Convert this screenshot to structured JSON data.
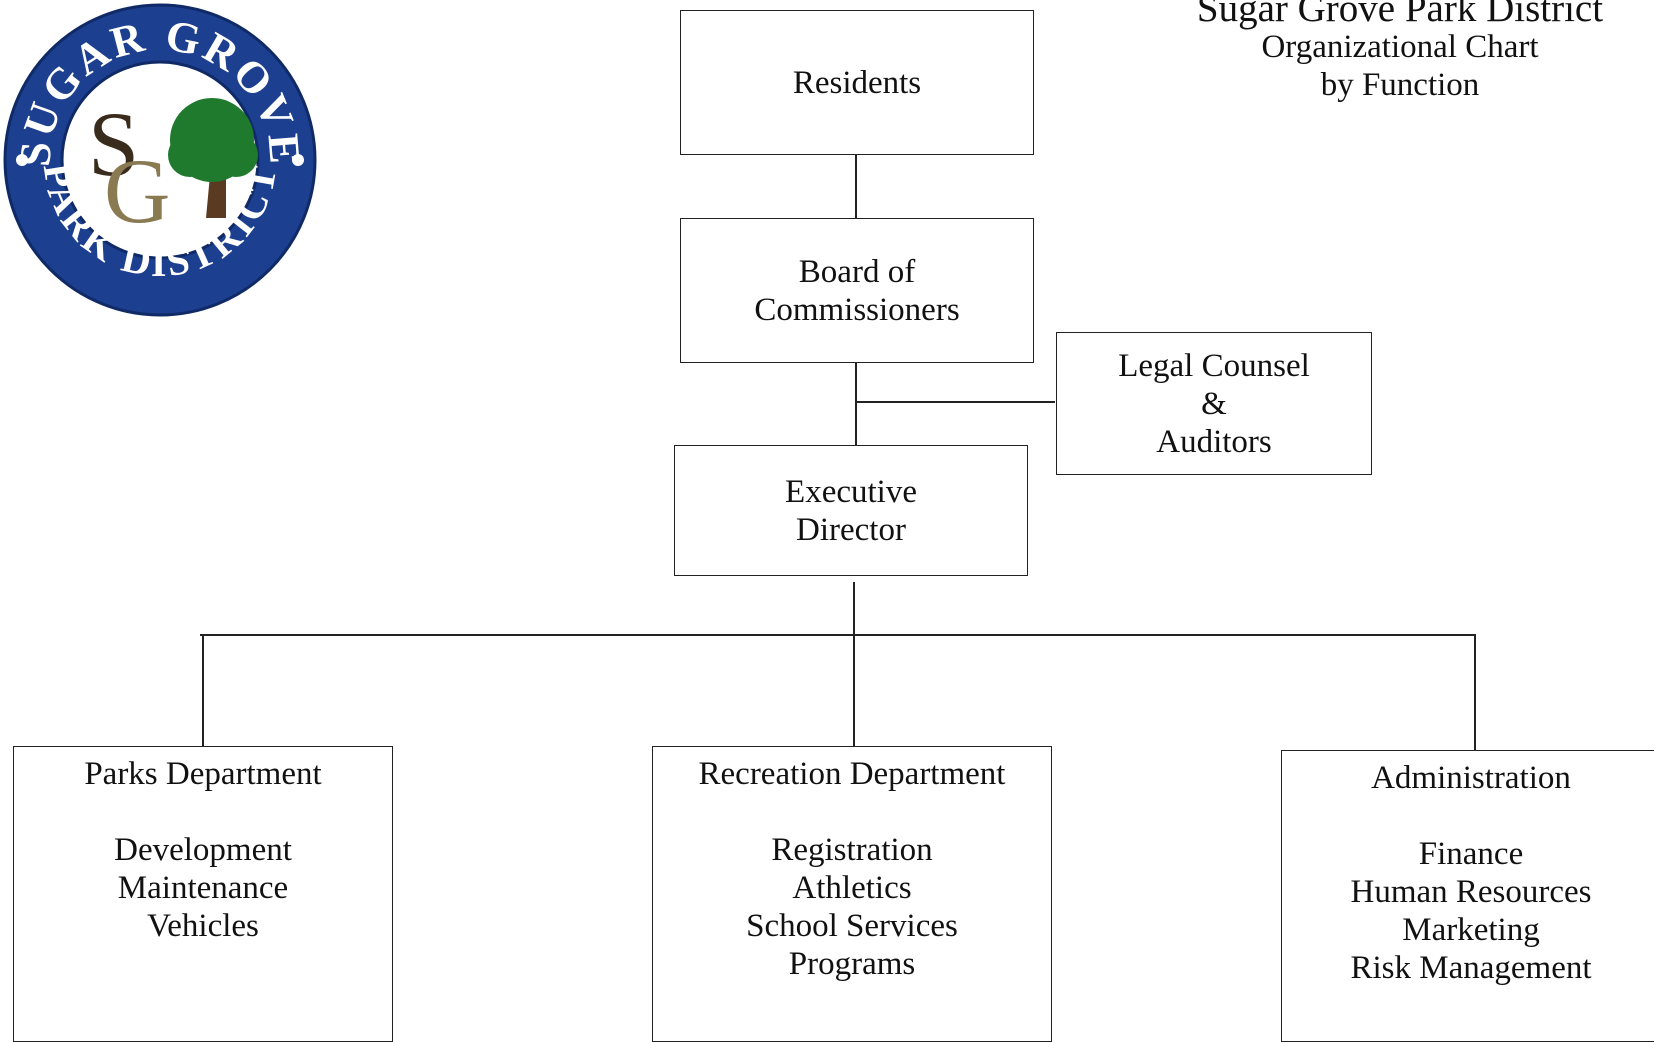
{
  "title": {
    "main": "Sugar Grove Park District",
    "line2": "Organizational Chart",
    "line3": "by Function"
  },
  "logo": {
    "ring_top": "SUGAR GROVE",
    "ring_bottom": "PARK DISTRICT",
    "monogram_s": "S",
    "monogram_g": "G",
    "ring_color": "#1c3f8f",
    "tree_color": "#1f7a2e"
  },
  "nodes": {
    "residents": {
      "lines": [
        "Residents"
      ]
    },
    "board": {
      "lines": [
        "Board of",
        "Commissioners"
      ]
    },
    "legal": {
      "lines": [
        "Legal Counsel",
        "&",
        "Auditors"
      ]
    },
    "executive": {
      "lines": [
        "Executive",
        "Director"
      ]
    },
    "parks": {
      "title": "Parks Department",
      "items": [
        "Development",
        "Maintenance",
        "Vehicles"
      ]
    },
    "recreation": {
      "title": "Recreation Department",
      "items": [
        "Registration",
        "Athletics",
        "School Services",
        "Programs"
      ]
    },
    "administration": {
      "title": "Administration",
      "items": [
        "Finance",
        "Human Resources",
        "Marketing",
        "Risk Management"
      ]
    }
  },
  "edges": [
    {
      "from": "residents",
      "to": "board"
    },
    {
      "from": "board",
      "to": "executive"
    },
    {
      "from": "board",
      "to": "legal"
    },
    {
      "from": "executive",
      "to": "parks"
    },
    {
      "from": "executive",
      "to": "recreation"
    },
    {
      "from": "executive",
      "to": "administration"
    }
  ]
}
